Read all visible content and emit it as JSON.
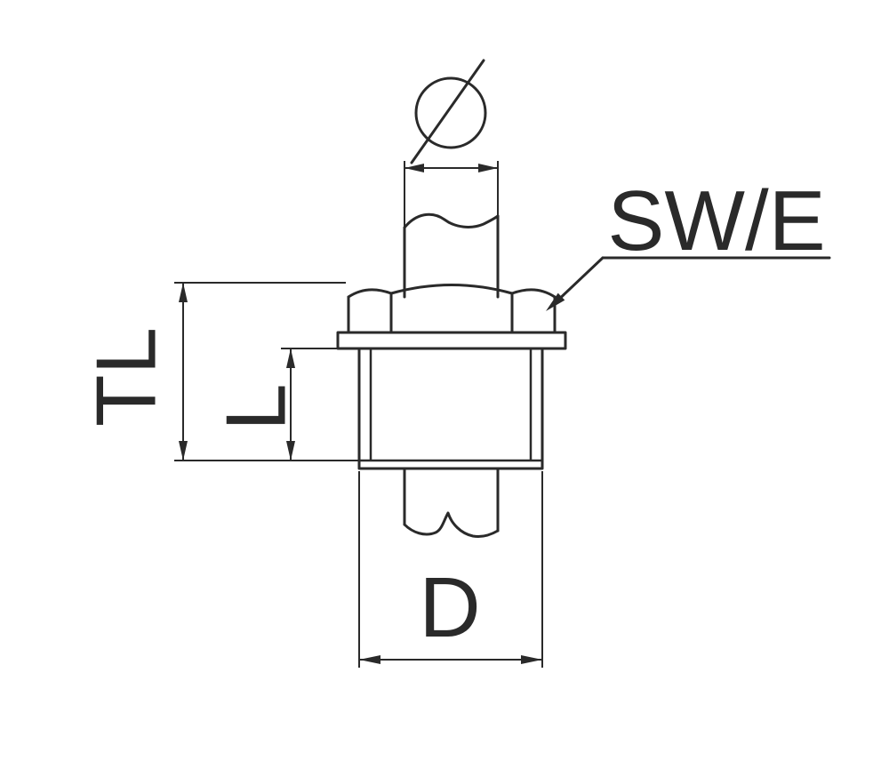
{
  "drawing": {
    "labels": {
      "diameter_symbol": "Ø",
      "wrench_size": "SW/E",
      "total_length": "TL",
      "thread_length": "L",
      "diameter": "D"
    },
    "colors": {
      "line": "#2a2a2a",
      "background": "#ffffff"
    }
  }
}
